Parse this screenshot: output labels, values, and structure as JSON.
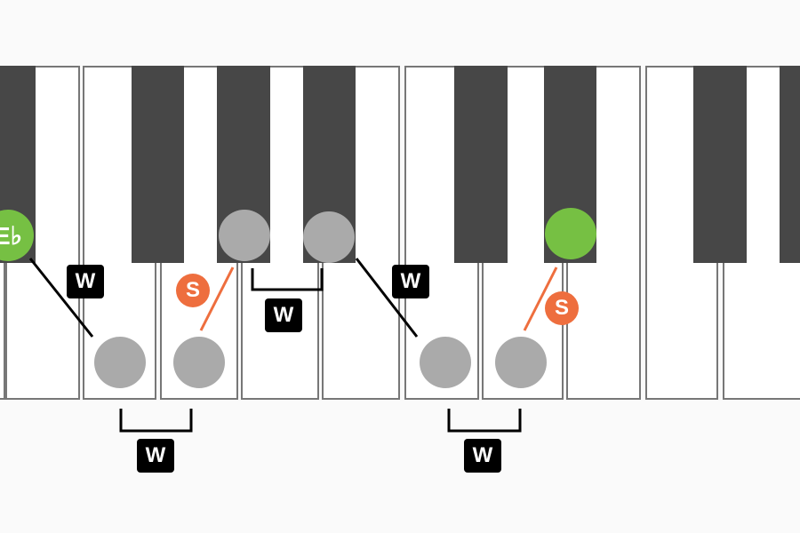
{
  "start_note": "E♭",
  "interval_labels": {
    "whole": "W",
    "half": "S"
  },
  "sequence": [
    "W",
    "W",
    "S",
    "W",
    "W",
    "W",
    "S"
  ],
  "colors": {
    "root": "#76c043",
    "scale_note": "#aaaaaa",
    "half_step": "#ee6e3e",
    "whole_step": "#000000"
  }
}
